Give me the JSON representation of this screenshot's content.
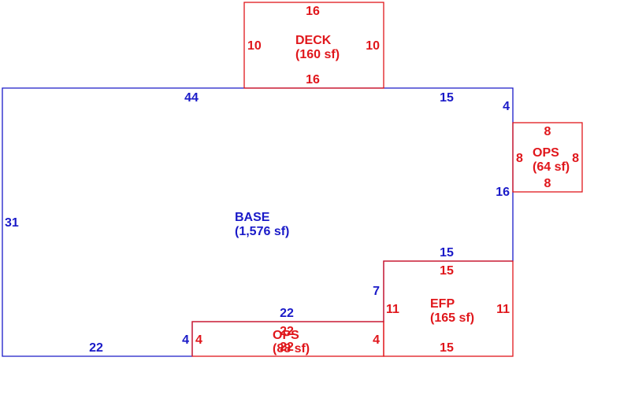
{
  "colors": {
    "base": "#1a1ac8",
    "addition": "#e0161b"
  },
  "areas": {
    "base": {
      "name": "BASE",
      "area": "(1,576 sf)"
    },
    "deck": {
      "name": "DECK",
      "area": "(160 sf)"
    },
    "ops_right": {
      "name": "OPS",
      "area": "(64 sf)"
    },
    "efp": {
      "name": "EFP",
      "area": "(165 sf)"
    },
    "ops_bottom": {
      "name": "OPS",
      "area": "(88 sf)"
    }
  },
  "dims": {
    "base_top_left": "44",
    "base_top_right": "15",
    "base_right_upper": "4",
    "base_right_lower": "16",
    "base_left": "31",
    "base_step_top": "15",
    "base_step_side": "7",
    "base_notch_top": "22",
    "base_notch_side": "4",
    "base_bottom": "22",
    "deck_top": "16",
    "deck_bottom": "16",
    "deck_left": "10",
    "deck_right": "10",
    "ops_r_top": "8",
    "ops_r_bottom": "8",
    "ops_r_left": "8",
    "ops_r_right": "8",
    "efp_top": "15",
    "efp_bottom": "15",
    "efp_left": "11",
    "efp_right": "11",
    "ops_b_left": "4",
    "ops_b_right": "4",
    "ops_b_top": "22",
    "ops_b_bottom": "22"
  }
}
